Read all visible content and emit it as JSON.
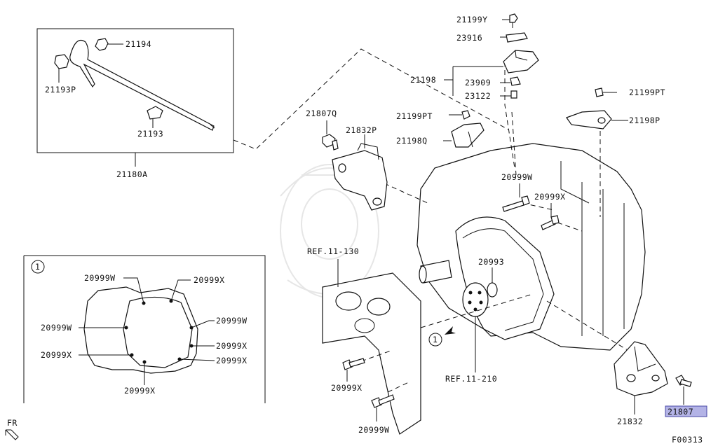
{
  "labels": {
    "p21194": "21194",
    "p21193P": "21193P",
    "p21193": "21193",
    "p21180A": "21180A",
    "p21807Q": "21807Q",
    "p21832P": "21832P",
    "p21199Y": "21199Y",
    "p23916": "23916",
    "p21198": "21198",
    "p23909": "23909",
    "p23122": "23122",
    "p21199PT_a": "21199PT",
    "p21198Q": "21198Q",
    "p21199PT_b": "21199PT",
    "p21198P": "21198P",
    "p20999W_a": "20999W",
    "p20999X_a": "20999X",
    "p20993": "20993",
    "ref11_130": "REF.11-130",
    "ref11_210": "REF.11-210",
    "p20999X_b": "20999X",
    "p20999W_b": "20999W",
    "p21832": "21832",
    "p21807": "21807",
    "fr": "FR",
    "fig_code": "F00313",
    "callout_1": "1",
    "callout_1_inset": "1"
  },
  "inset": {
    "w_top": "20999W",
    "x_top": "20999X",
    "w_left": "20999W",
    "w_right": "20999W",
    "x_right1": "20999X",
    "x_left": "20999X",
    "x_right2": "20999X",
    "x_bottom": "20999X"
  },
  "colors": {
    "highlight": "#b3b3e6",
    "line": "#111111"
  }
}
